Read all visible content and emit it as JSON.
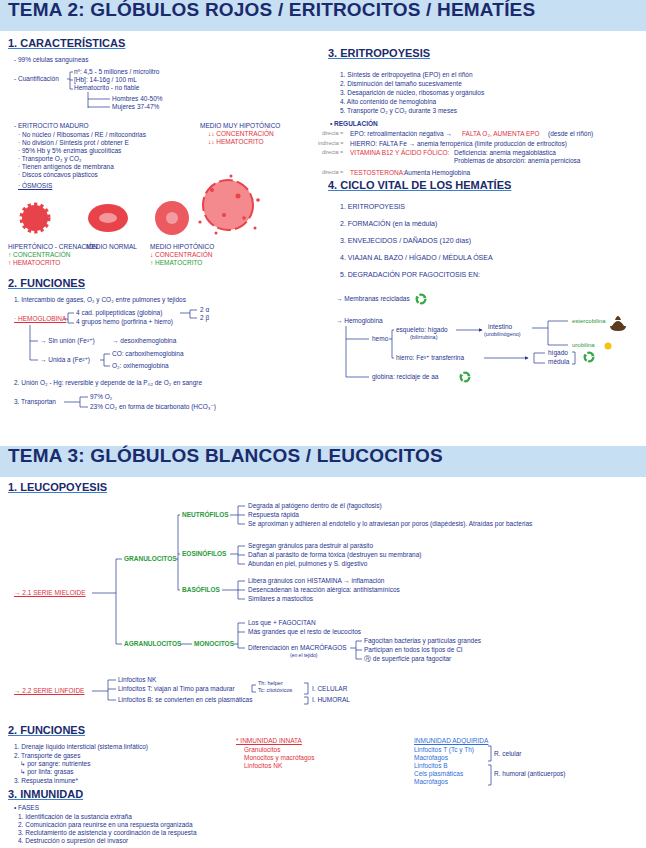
{
  "diagram": {
    "nodes": [
      {
        "text": [
          "TEMA 2: GLÓBULOS ROJOS / ERITROCITOS / HEMATÍES"
        ]
      },
      {
        "text": [
          "TEMA 3: GLÓBULOS BLANCOS / LEUCOCITOS"
        ]
      }
    ],
    "labels": [
      "1. CARACTERÍSTICAS",
      "- 99% células sanguíneas",
      "- Cuantificación",
      "nº: 4,5 - 5 millones / microlitro",
      "[Hb]: 14-16g / 100 mL",
      "Hematocrito - no fiable",
      "Hombres 40-50%",
      "Mujeres 37-47%",
      "- ERITROCITO MADURO",
      "· No núcleo / Ribosomas / RE / mitocondrias",
      "· No división / Síntesis prot / obtener E",
      "· 95% Hb y 5% enzimas glucolíticas",
      "· Transporte O₂ y CO₂",
      "· Tienen antígenos de membrana",
      "· Discos cóncavos plásticos",
      "· ÓSMOSIS",
      "MEDIO MUY HIPOTÓNICO",
      "↓↓ CONCENTRACIÓN",
      "↓↓ HEMATOCRITO",
      "HIPERTÓNICO - CRENACIÓN",
      "↑ CONCENTRACIÓN",
      "↑ HEMATOCRITO",
      "MEDIO NORMAL",
      "MEDIO HIPOTÓNICO",
      "↓ CONCENTRACIÓN",
      "↑ HEMATOCRITO",
      "2. FUNCIONES",
      "1. Intercambio de gases, O₂ y CO₂ entre pulmones y tejidos",
      "· HEMOGLOBINA",
      "4 cad. polipeptídicas (globina)",
      "2 α",
      "2 β",
      "4 grupos hemo (porfirina + hierro)",
      "→ Sin unión (Fe²⁺)",
      "→ desoxihemoglobina",
      "→ Unida a (Fe²⁺)",
      "CO: carboxihemoglobina",
      "O₂: oxihemoglobina",
      "2. Unión O₂ - Hg: reversible y depende de la P₀₂ de O₂ en sangre",
      "3. Transportan",
      "97% O₂",
      "23% CO₂ en forma de bicarbonato (HCO₃⁻)",
      "3. ERITROPOYESIS",
      "1. Síntesis de eritropoyetina (EPO) en el riñón",
      "2. Disminución del tamaño sucesivamente",
      "3. Desaparición de núcleo, ribosomas y orgánulos",
      "4. Alto contenido de hemoglobina",
      "5. Transporte O₂ y CO₂ durante 3 meses",
      "• REGULACIÓN",
      "directa =",
      "EPO: retroalimentación negativa →",
      "FALTA O₂, AUMENTA EPO",
      "(desde el riñón)",
      "indirecta =",
      "HIERRO: FALTA Fe → anemia ferropénica (límite producción de eritrocitos)",
      "directa =",
      "VITAMINA B12 Y ÁCIDO FÓLICO:",
      "Deficiencia: anemia megaloblástica",
      "Problemas de absorción: anemia perniciosa",
      "directa =",
      "TESTOSTERONA:",
      "Aumenta Hemoglobina",
      "4. CICLO VITAL DE LOS HEMATÍES",
      "1. ERITROPOYESIS",
      "2. FORMACIÓN (en la médula)",
      "3. ENVEJECIDOS / DAÑADOS (120 días)",
      "4. VIAJAN AL BAZO / HÍGADO / MÉDULA ÓSEA",
      "5. DEGRADACIÓN POR FAGOCITOSIS EN:",
      "→ Membranas recicladas",
      "→ Hemoglobina",
      "hemo",
      "esqueleto: hígado",
      "(bilirrubina)",
      "intestino",
      "(urobilinógeno)",
      "estercobilina",
      "urobilina",
      "hierro: Fe³⁺ transferrina",
      "hígado",
      "médula",
      "globina: reciclaje de aa",
      "1. LEUCOPOYESIS",
      "→ 2.1 SERIE MIELOIDE",
      "GRANULOCITOS",
      "NEUTRÓFILOS",
      "Degrada al patógeno dentro de él (fagocitosis)",
      "Respuesta rápida",
      "Se aproximan y adhieren al endotelio y lo atraviesan por poros (diapédesis). Atraídas por bacterias",
      "EOSINÓFILOS",
      "Segregan gránulos para destruir al parásito",
      "Dañan al parásito de forma tóxica (destruyen su membrana)",
      "Abundan en piel, pulmones y S. digestivo",
      "BASÓFILOS",
      "Libera gránulos con HISTAMINA → inflamación",
      "Desencadenan la reacción alérgica: antihistamínicos",
      "Similares a mastocitos",
      "AGRANULOCITOS",
      "MONOCITOS",
      "Los que + FAGOCITAN",
      "Más grandes que el resto de leucocitos",
      "Diferenciación en MACRÓFAGOS",
      "(en el tejido)",
      "Fagocitan bacterias y partículas grandes",
      "Participan en todos los tipos de CI",
      "Ⓡ de superficie para fagocitar",
      "→ 2.2 SERIE LINFOIDE",
      "Linfocitos NK",
      "Linfocitos T: viajan al Timo para madurar",
      "Th: helper",
      "Tc: citotóxicos",
      "I. CELULAR",
      "Linfocitos B: se convierten en cels plasmáticas",
      "I. HUMORAL",
      "2. FUNCIONES",
      "1. Drenaje líquido intersticial (sistema linfático)",
      "2. Transporte de gases",
      "↳ por sangre: nutrientes",
      "↳ por linfa: grasas",
      "3. Respuesta inmune*",
      "* INMUNIDAD INNATA",
      "Granulocitos",
      "Monocitos y macrófagos",
      "Linfocitos NK",
      "INMUNIDAD ADQUIRIDA",
      "Linfocitos T (Tc y Th)",
      "Macrófagos",
      "R. celular",
      "Linfocitos B",
      "Cels plasmáticas",
      "Macrófagos",
      "R. humoral (anticuerpos)",
      "3. INMUNIDAD",
      "• FASES",
      "1. Identificación de la sustancia extraña",
      "2. Comunicación para reunirse en una respuesta organizada",
      "3. Reclutamiento de asistencia y coordinación de la respuesta",
      "4. Destrucción o supresión del invasor"
    ]
  }
}
